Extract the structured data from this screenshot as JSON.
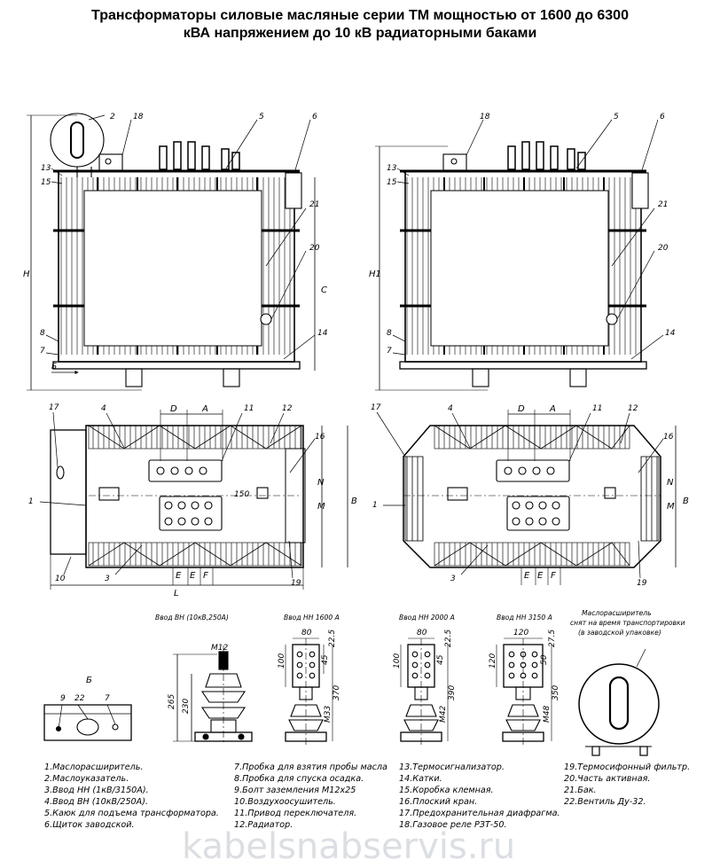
{
  "title": {
    "line1": "Трансформаторы силовые масляные серии ТМ мощностью от 1600 до 6300",
    "line2": "кВА напряжением до 10 кВ радиаторными баками"
  },
  "views": {
    "front_left": {
      "callouts": [
        "2",
        "18",
        "5",
        "6",
        "13",
        "15",
        "21",
        "20",
        "8",
        "7",
        "14"
      ],
      "dims": {
        "height": "H",
        "c": "C",
        "b": "Б"
      }
    },
    "front_right": {
      "callouts": [
        "18",
        "5",
        "6",
        "13",
        "15",
        "21",
        "20",
        "8",
        "7",
        "14"
      ],
      "dims": {
        "height": "H1"
      }
    },
    "plan_left": {
      "callouts": [
        "17",
        "4",
        "11",
        "12",
        "16",
        "1",
        "10",
        "3",
        "19"
      ],
      "dims": {
        "d": "D",
        "a": "A",
        "n": "N",
        "m": "M",
        "b": "B",
        "e1": "E",
        "e2": "E",
        "f": "F",
        "l": "L",
        "s150": "150"
      }
    },
    "plan_right": {
      "callouts": [
        "17",
        "4",
        "11",
        "12",
        "16",
        "1",
        "3",
        "19"
      ],
      "dims": {
        "d": "D",
        "a": "A",
        "n": "N",
        "m": "M",
        "b": "B",
        "e1": "E",
        "e2": "E",
        "f": "F"
      }
    }
  },
  "details": {
    "view_b": {
      "label": "Б",
      "callouts": [
        "9",
        "22",
        "7"
      ]
    },
    "bushing_hv": {
      "caption": "Ввод ВН (10кВ,250А)",
      "dims": [
        "M12",
        "265",
        "230"
      ]
    },
    "bushing_1600": {
      "caption": "Ввод НН 1600 А",
      "dims": [
        "80",
        "22.5",
        "100",
        "45",
        "370",
        "M33"
      ]
    },
    "bushing_2000": {
      "caption": "Ввод НН 2000 А",
      "dims": [
        "80",
        "22.5",
        "100",
        "45",
        "390",
        "M42"
      ]
    },
    "bushing_3150": {
      "caption": "Ввод НН 3150 А",
      "dims": [
        "120",
        "27.5",
        "120",
        "50",
        "350",
        "M48"
      ]
    },
    "conservator": {
      "caption_lines": [
        "Маслорасширитель",
        "снят на время транспортировки",
        "(в заводской упаковке)"
      ]
    }
  },
  "legend": {
    "col1": [
      "1.Маслорасширитель.",
      "2.Маслоуказатель.",
      "3.Ввод НН (1кВ/3150А).",
      "4.Ввод ВН (10кВ/250А).",
      "5.Каюк для подъема трансформатора.",
      "6.Щиток заводской."
    ],
    "col2": [
      "7.Пробка для взятия пробы масла",
      "8.Пробка для спуска осадка.",
      "9.Болт заземления М12х25",
      "10.Воздухоосушитель.",
      "11.Привод переключателя.",
      "12.Радиатор."
    ],
    "col3": [
      "13.Термосигнализатор.",
      "14.Катки.",
      "15.Коробка клемная.",
      "16.Плоский кран.",
      "17.Предохранительная диафрагма.",
      "18.Газовое реле РЗТ-50."
    ],
    "col4": [
      "19.Термосифонный фильтр.",
      "20.Часть активная.",
      "21.Бак.",
      "22.Вентиль  Ду-32."
    ]
  },
  "watermark": "kabelsnabservis.ru"
}
